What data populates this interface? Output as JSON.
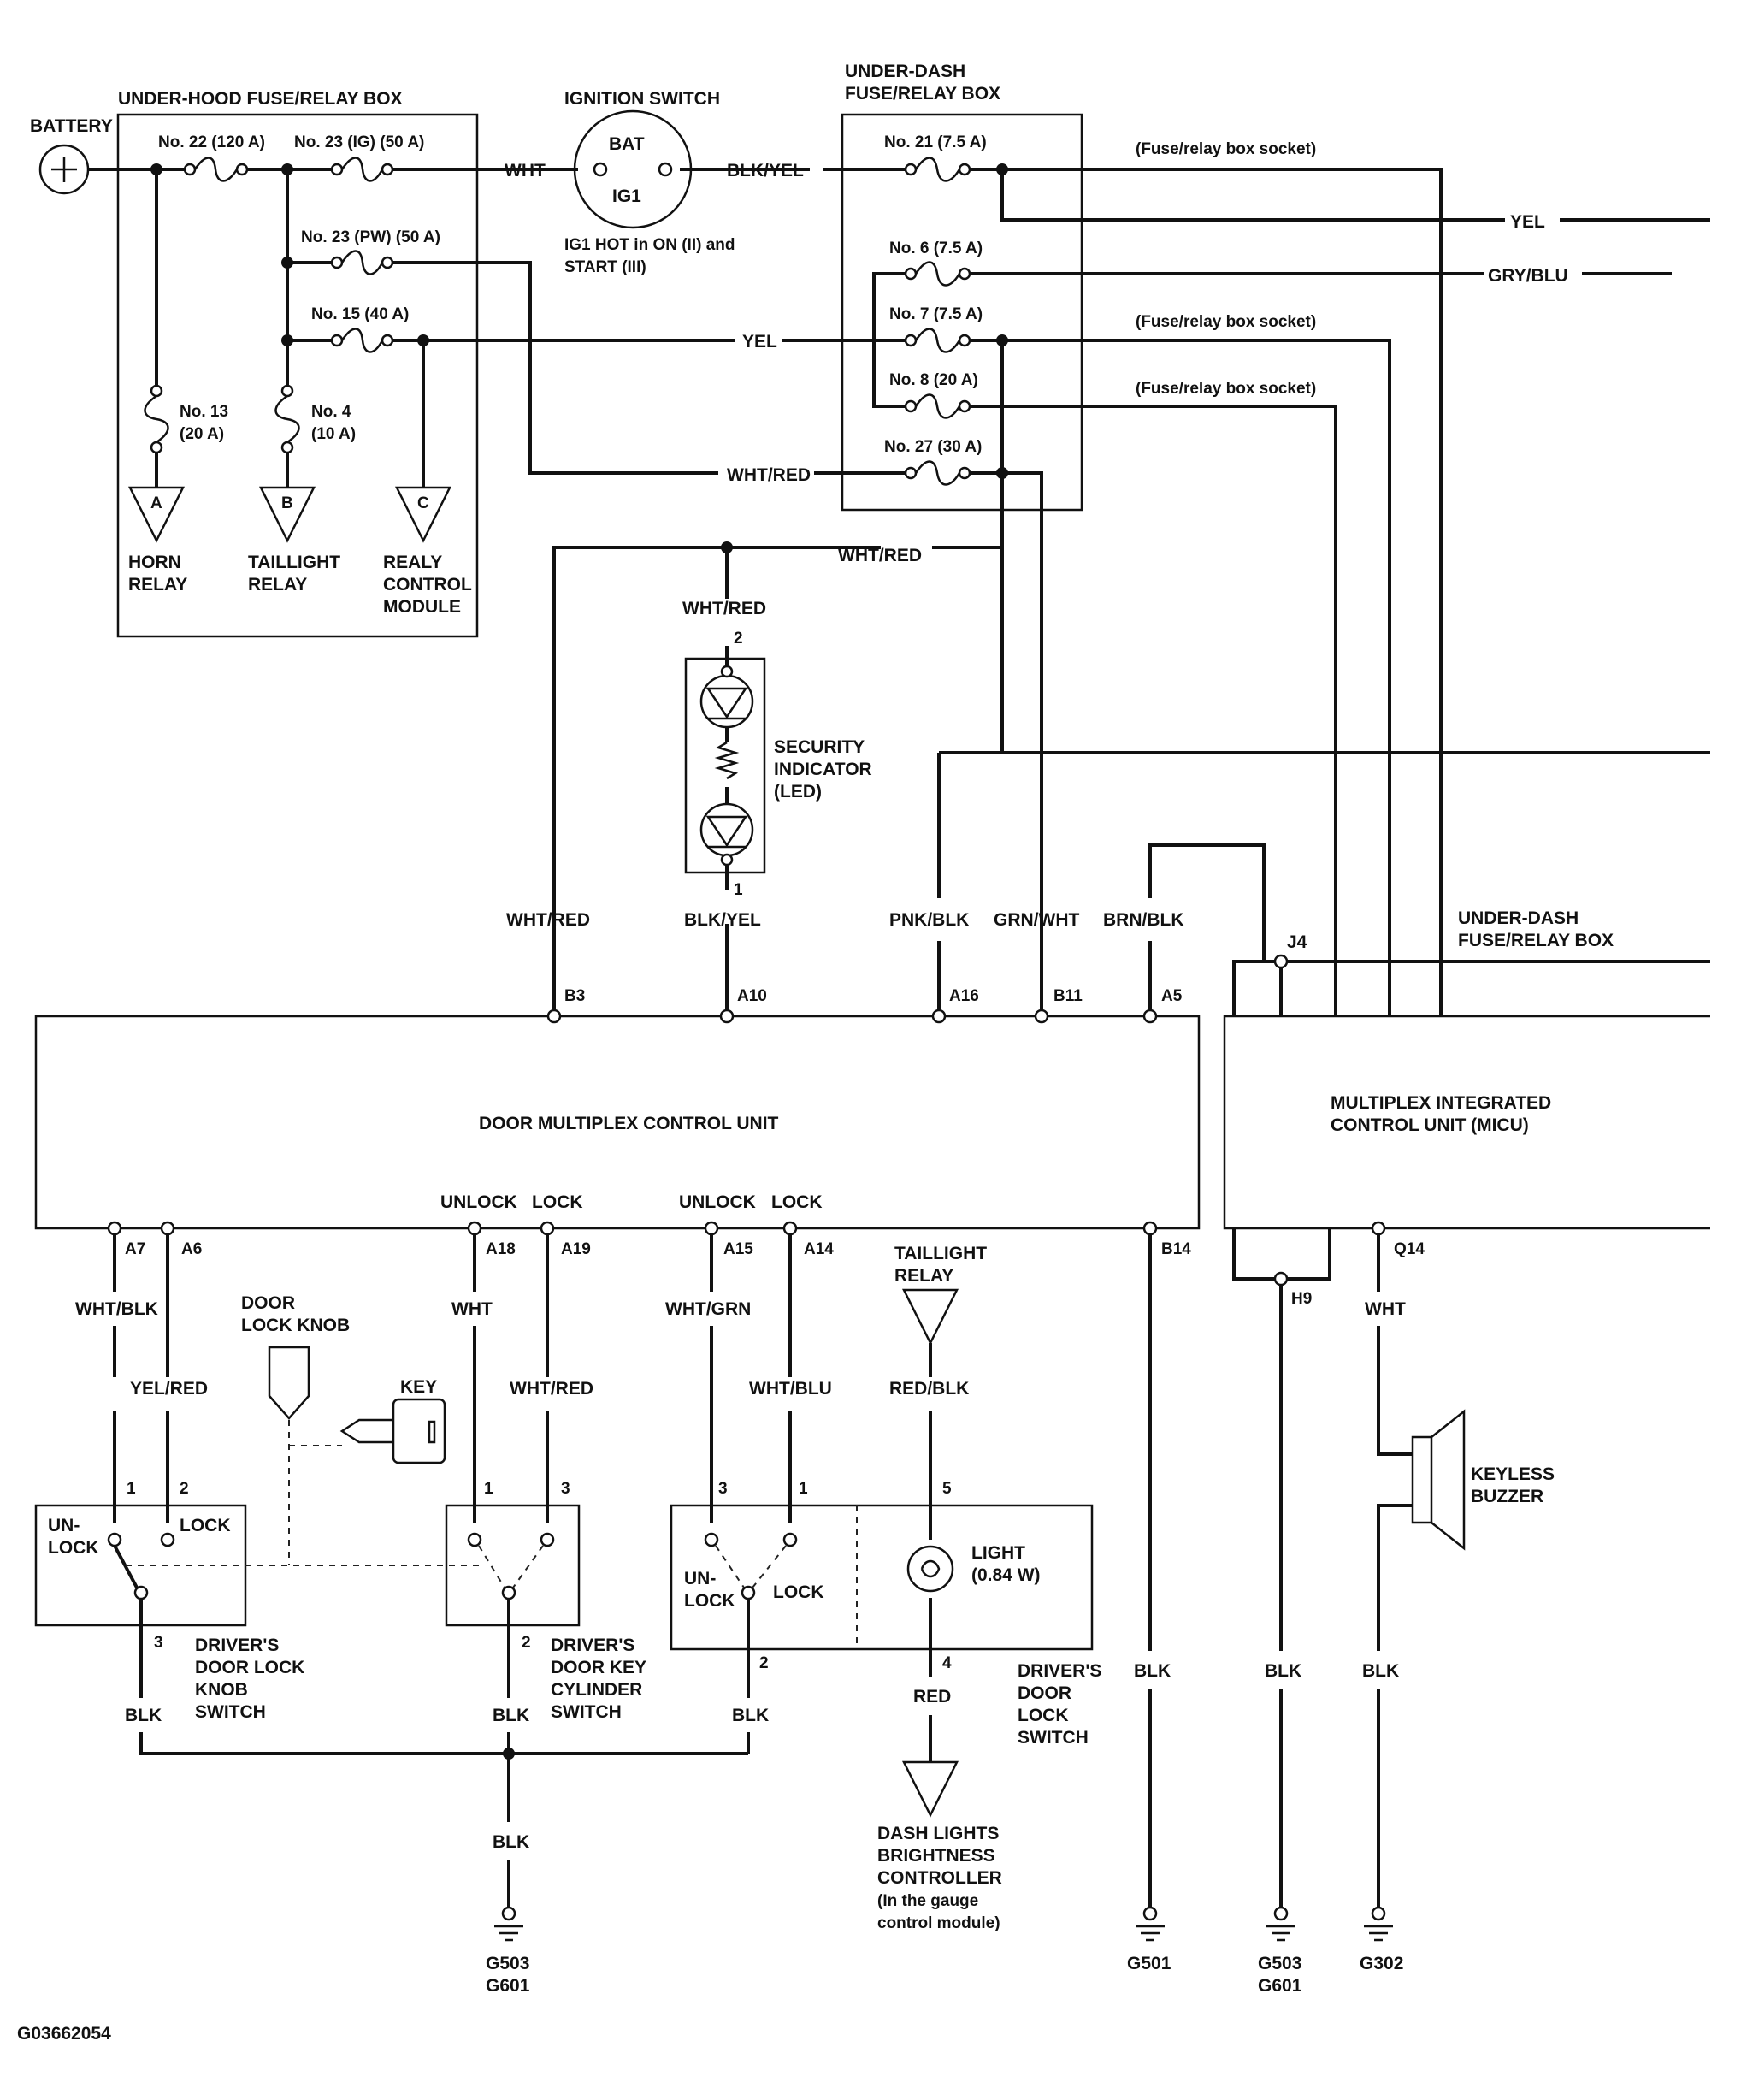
{
  "labels": {
    "battery": "BATTERY",
    "underhood_box": "UNDER-HOOD FUSE/RELAY BOX",
    "ignition_switch": "IGNITION SWITCH",
    "underdash_box_l1": "UNDER-DASH",
    "underdash_box_l2": "FUSE/RELAY BOX",
    "ig_bat": "BAT",
    "ig_ig1": "IG1",
    "ig_note_l1": "IG1 HOT in ON (II) and",
    "ig_note_l2": "START (III)",
    "socket1": "(Fuse/relay box socket)",
    "socket2": "(Fuse/relay box socket)",
    "socket3": "(Fuse/relay box socket)",
    "security_l1": "SECURITY",
    "security_l2": "INDICATOR",
    "security_l3": "(LED)",
    "dmcu": "DOOR MULTIPLEX CONTROL UNIT",
    "micu_l1": "MULTIPLEX INTEGRATED",
    "micu_l2": "CONTROL UNIT (MICU)",
    "underdash_r_l1": "UNDER-DASH",
    "underdash_r_l2": "FUSE/RELAY BOX",
    "horn_relay_l1": "HORN",
    "horn_relay_l2": "RELAY",
    "taillight_relay_l1": "TAILLIGHT",
    "taillight_relay_l2": "RELAY",
    "rcm_l1": "REALY",
    "rcm_l2": "CONTROL",
    "rcm_l3": "MODULE",
    "door_lock_knob_l1": "DOOR",
    "door_lock_knob_l2": "LOCK KNOB",
    "key": "KEY",
    "un_l1": "UN-",
    "un_l2": "LOCK",
    "lock": "LOCK",
    "unlock": "UNLOCK",
    "knob_switch_l1": "DRIVER'S",
    "knob_switch_l2": "DOOR LOCK",
    "knob_switch_l3": "KNOB",
    "knob_switch_l4": "SWITCH",
    "keycyl_l1": "DRIVER'S",
    "keycyl_l2": "DOOR KEY",
    "keycyl_l3": "CYLINDER",
    "keycyl_l4": "SWITCH",
    "taillight_top_l1": "TAILLIGHT",
    "taillight_top_l2": "RELAY",
    "light_l1": "LIGHT",
    "light_l2": "(0.84 W)",
    "dls_l1": "DRIVER'S",
    "dls_l2": "DOOR",
    "dls_l3": "LOCK",
    "dls_l4": "SWITCH",
    "dash_l1": "DASH LIGHTS",
    "dash_l2": "BRIGHTNESS",
    "dash_l3": "CONTROLLER",
    "dash_l4": "(In the gauge",
    "dash_l5": "control module)",
    "keyless_l1": "KEYLESS",
    "keyless_l2": "BUZZER",
    "figure_id": "G03662054"
  },
  "fuses": {
    "f22": "No. 22 (120 A)",
    "f23ig": "No. 23 (IG) (50 A)",
    "f23pw": "No. 23 (PW) (50 A)",
    "f15": "No. 15 (40 A)",
    "f13_l1": "No. 13",
    "f13_l2": "(20 A)",
    "f4_l1": "No. 4",
    "f4_l2": "(10 A)",
    "f21": "No. 21 (7.5 A)",
    "f6": "No. 6 (7.5 A)",
    "f7": "No. 7 (7.5 A)",
    "f8": "No. 8 (20 A)",
    "f27": "No. 27 (30 A)"
  },
  "relay_letters": {
    "a": "A",
    "b": "B",
    "c": "C"
  },
  "wires": {
    "wht": "WHT",
    "blk_yel_top": "BLK/YEL",
    "yel_right": "YEL",
    "gry_blu": "GRY/BLU",
    "yel_mid": "YEL",
    "wht_red_mid": "WHT/RED",
    "wht_red_upper": "WHT/RED",
    "wht_red_led": "WHT/RED",
    "wht_red_b3": "WHT/RED",
    "blk_yel_led": "BLK/YEL",
    "pnk_blk": "PNK/BLK",
    "grn_wht": "GRN/WHT",
    "brn_blk": "BRN/BLK",
    "wht_blk": "WHT/BLK",
    "yel_red": "YEL/RED",
    "wht_a18": "WHT",
    "wht_red_a19": "WHT/RED",
    "wht_grn": "WHT/GRN",
    "wht_blu": "WHT/BLU",
    "red_blk": "RED/BLK",
    "red": "RED",
    "wht_q14": "WHT",
    "blk_knob": "BLK",
    "blk_cyl": "BLK",
    "blk_dls": "BLK",
    "blk_main": "BLK",
    "blk_b14": "BLK",
    "blk_h9": "BLK",
    "blk_q14": "BLK"
  },
  "pins": {
    "b3": "B3",
    "a10": "A10",
    "a16": "A16",
    "b11": "B11",
    "a5": "A5",
    "a7": "A7",
    "a6": "A6",
    "a18": "A18",
    "a19": "A19",
    "a15": "A15",
    "a14": "A14",
    "b14": "B14",
    "j4": "J4",
    "h9": "H9",
    "q14": "Q14",
    "led2": "2",
    "led1": "1",
    "k1": "1",
    "k2": "2",
    "k3": "3",
    "c1": "1",
    "c3": "3",
    "c2": "2",
    "d3": "3",
    "d1": "1",
    "d2": "2",
    "d5": "5",
    "d4": "4"
  },
  "grounds": {
    "g503a_l1": "G503",
    "g503a_l2": "G601",
    "g501": "G501",
    "g503b_l1": "G503",
    "g503b_l2": "G601",
    "g302": "G302"
  }
}
